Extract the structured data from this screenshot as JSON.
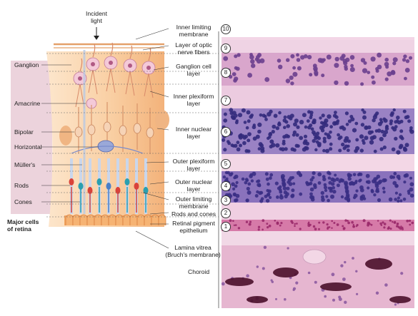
{
  "incident_light": "Incident\nlight",
  "section_label": "Major cells\nof retina",
  "cell_labels": [
    "Ganglion",
    "Amacrine",
    "Bipolar",
    "Horizontal",
    "Müller's",
    "Rods",
    "Cones"
  ],
  "layers": [
    {
      "number": "10",
      "name": "Inner limiting\nmembrane"
    },
    {
      "number": "9",
      "name": "Layer of optic\nnerve fibers"
    },
    {
      "number": "8",
      "name": "Ganglion cell\nlayer"
    },
    {
      "number": "7",
      "name": "Inner plexiform\nlayer"
    },
    {
      "number": "6",
      "name": "Inner nuclear\nlayer"
    },
    {
      "number": "5",
      "name": "Outer plexiform\nlayer"
    },
    {
      "number": "4",
      "name": "Outer nuclear\nlayer"
    },
    {
      "number": "3",
      "name": "Outer limiting\nmembrane"
    },
    {
      "number": "2",
      "name": "Rods and cones"
    },
    {
      "number": "1",
      "name": "Retinal pigment\nepithelium"
    }
  ],
  "extra_labels": [
    "Lamina vitrea\n(Bruch's membrane)",
    "Choroid"
  ],
  "colors": {
    "tissue_bg": "#f6c89a",
    "pink_band": "#e8cdd6",
    "nuclei": "#3a2a7a",
    "histo_pink": "#e6a8c8",
    "histo_purple": "#7a4e9e",
    "rods": "#d9423a",
    "cones": "#2a9fb0"
  }
}
